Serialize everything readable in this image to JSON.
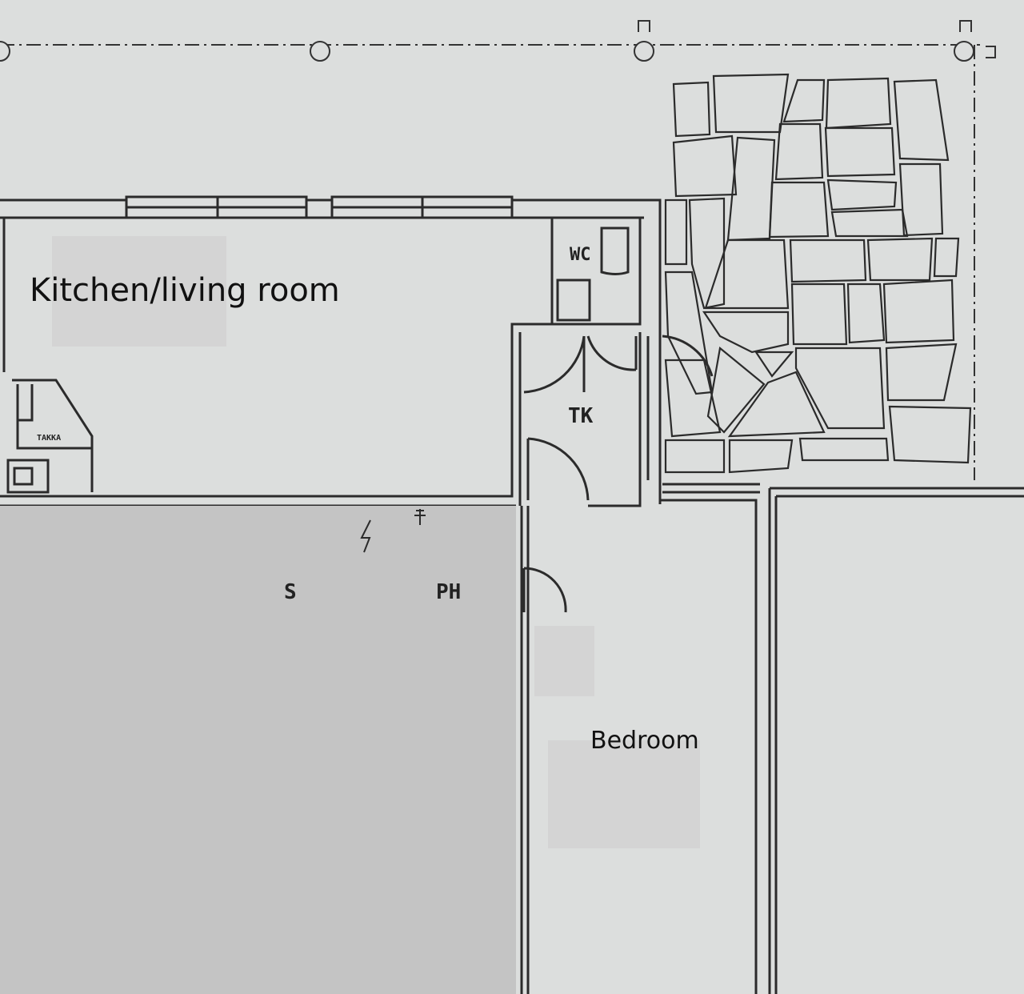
{
  "rooms": {
    "kitchen_living": "Kitchen/living room",
    "wc": "WC",
    "tk": "TK",
    "storage": "S",
    "ph": "PH",
    "bedroom": "Bedroom"
  },
  "fixtures": {
    "fireplace_label": "TAKKA"
  },
  "colors": {
    "paper": "#dcdedd",
    "ink": "#2b2b2b",
    "redaction": "#c4c4c4"
  }
}
